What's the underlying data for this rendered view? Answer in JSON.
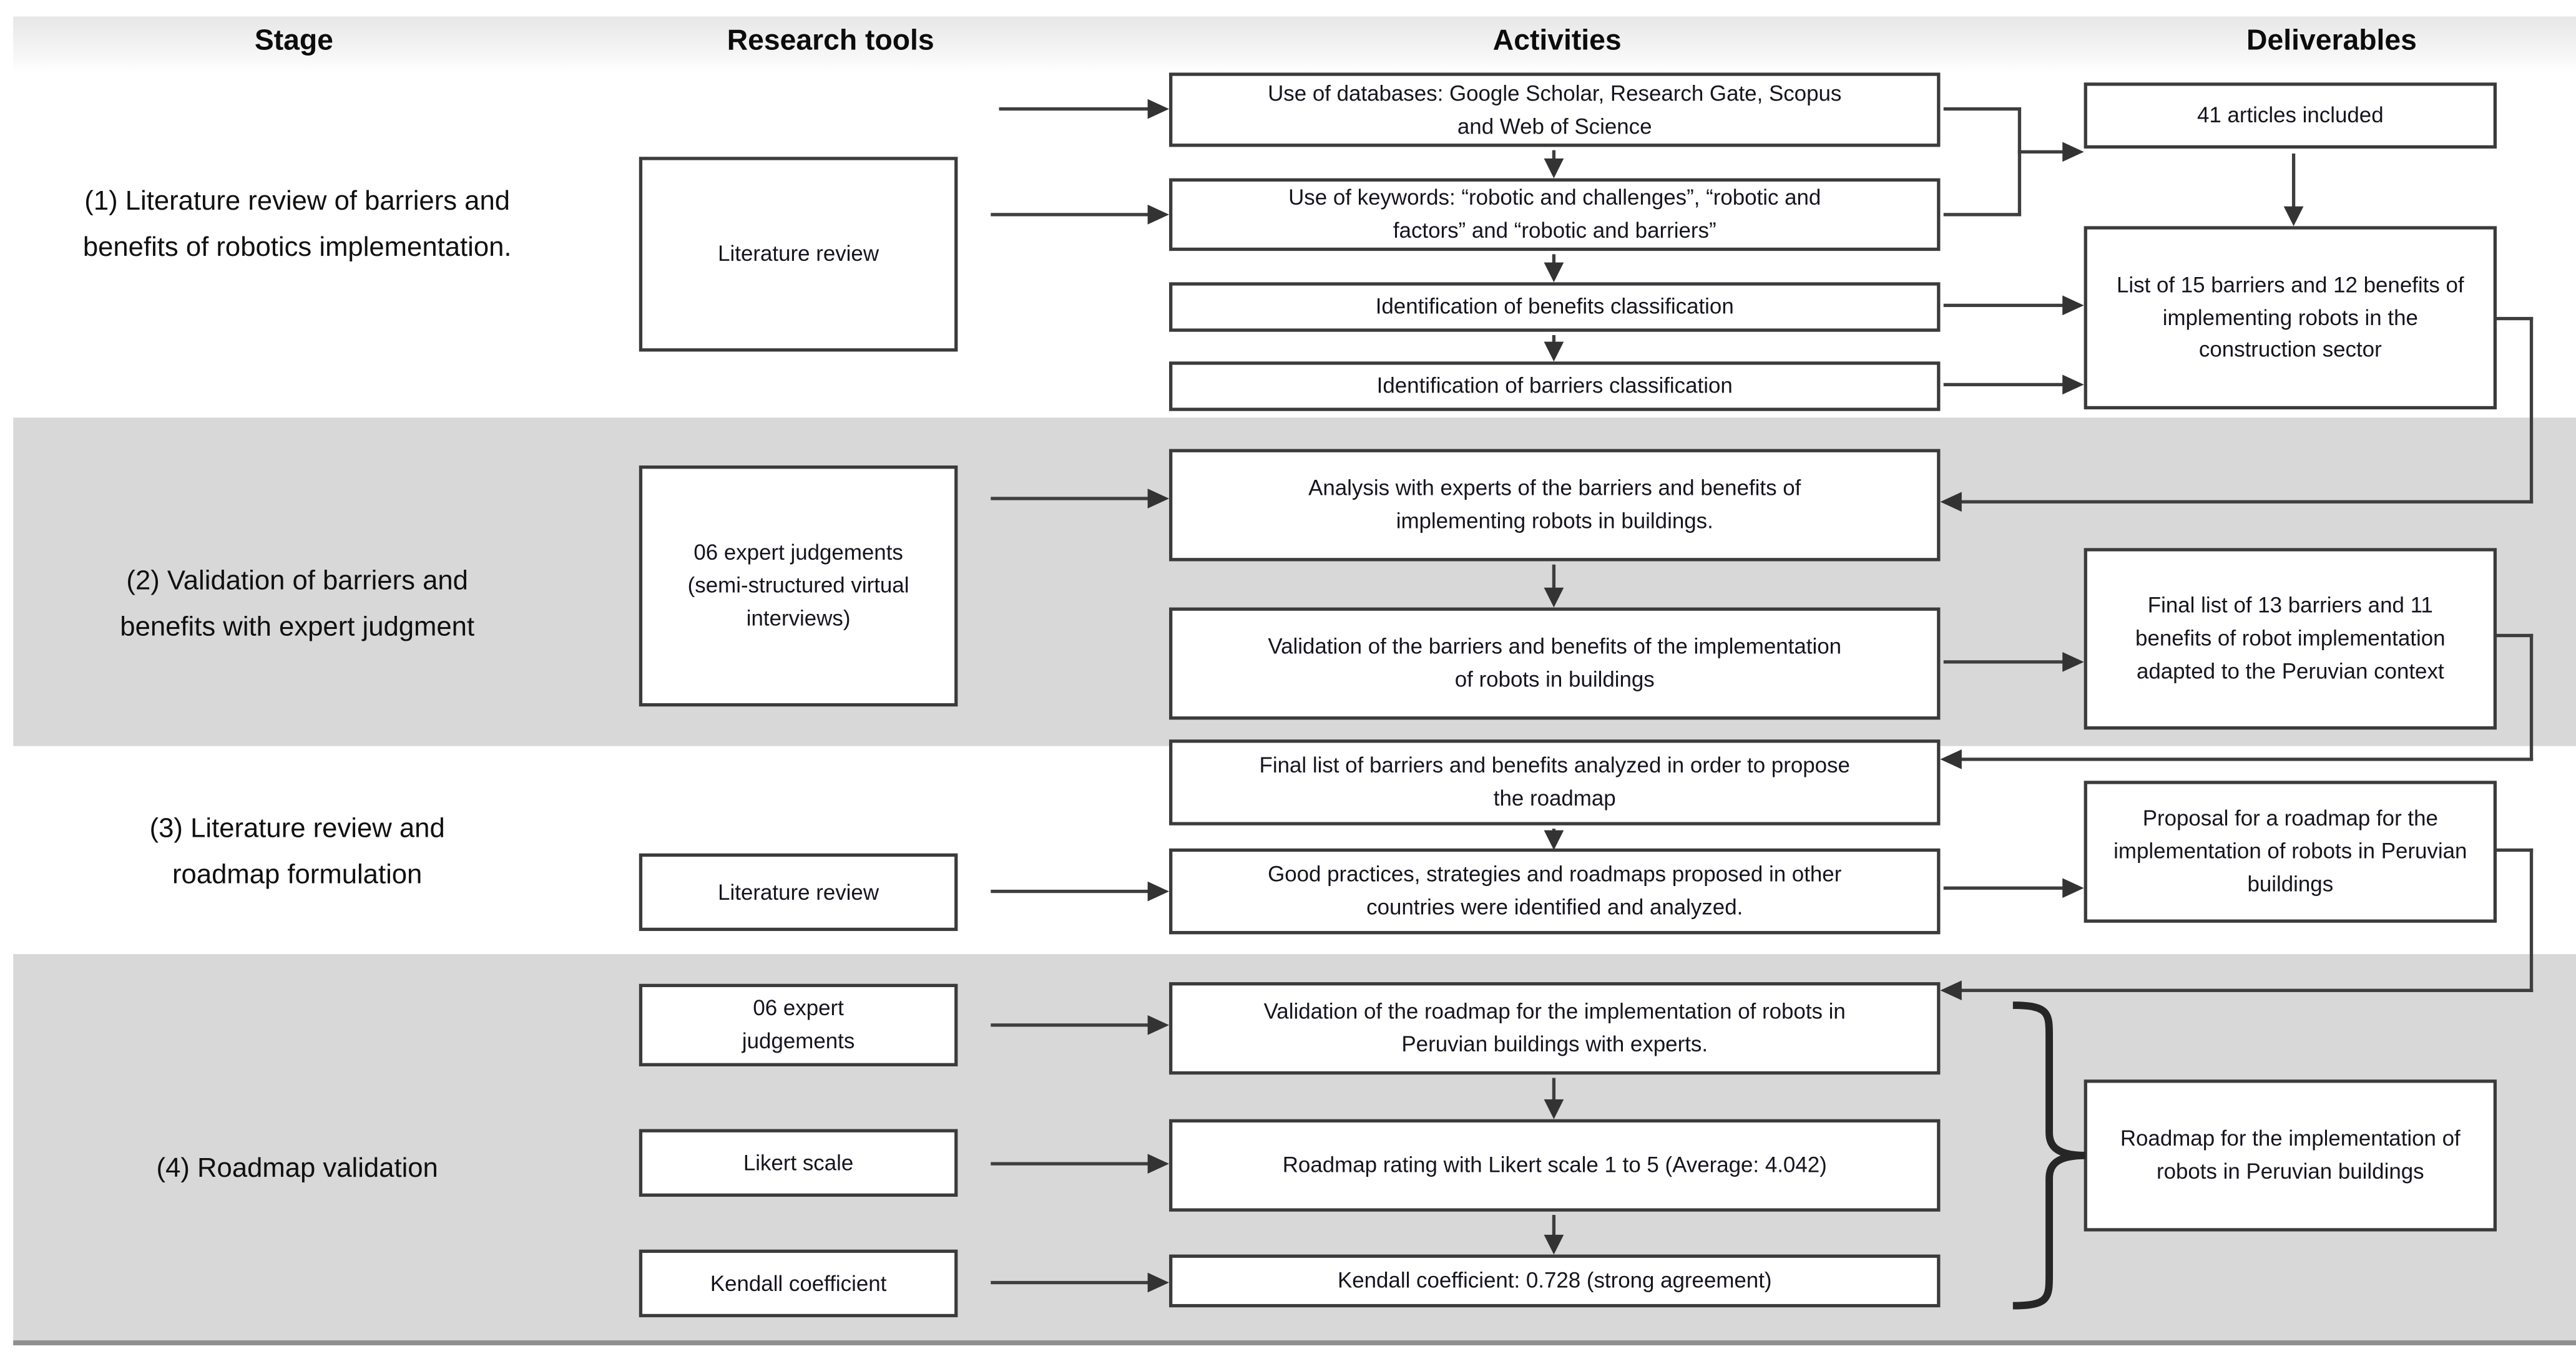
{
  "header": {
    "columns": [
      "Stage",
      "Research tools",
      "Activities",
      "Deliverables"
    ]
  },
  "stage1": {
    "label": "(1) Literature review of barriers and benefits of robotics implementation.",
    "tools": [
      "Literature review"
    ],
    "activities": [
      "Use of databases: Google Scholar, Research Gate, Scopus and Web of Science",
      "Use of keywords: “robotic and challenges”, “robotic and factors” and “robotic and barriers”",
      "Identification of benefits classification",
      "Identification of barriers classification"
    ],
    "deliverables": [
      "41 articles included",
      "List of 15 barriers and 12 benefits of implementing robots in the construction sector"
    ]
  },
  "stage2": {
    "label": "(2) Validation of barriers and benefits with expert judgment",
    "tools": [
      "06 expert judgements (semi-structured virtual interviews)"
    ],
    "activities": [
      "Analysis with experts of the barriers and benefits of implementing robots in buildings.",
      "Validation of the barriers and benefits of the implementation of robots in buildings"
    ],
    "deliverables": [
      "Final list of 13 barriers and 11 benefits of robot implementation adapted to the Peruvian context"
    ]
  },
  "stage3": {
    "label": "(3) Literature review and roadmap formulation",
    "tools": [
      "Literature review"
    ],
    "activities": [
      "Final list of barriers and benefits analyzed in order to propose the roadmap",
      "Good practices, strategies and roadmaps proposed in other countries were identified and analyzed."
    ],
    "deliverables": [
      "Proposal for a roadmap for the implementation of robots in Peruvian buildings"
    ]
  },
  "stage4": {
    "label": "(4) Roadmap validation",
    "tools": [
      "06 expert judgements",
      "Likert scale",
      "Kendall coefficient"
    ],
    "activities": [
      "Validation of the roadmap for the implementation of robots in Peruvian buildings with experts.",
      "Roadmap rating with Likert scale 1 to 5 (Average: 4.042)",
      "Kendall coefficient: 0.728 (strong agreement)"
    ],
    "deliverables": [
      "Roadmap for the implementation of robots in Peruvian buildings"
    ]
  },
  "colors": {
    "stage_band_gray": "#d8d8d8",
    "box_border": "#3b3b3b",
    "arrow": "#3a3a3a"
  }
}
